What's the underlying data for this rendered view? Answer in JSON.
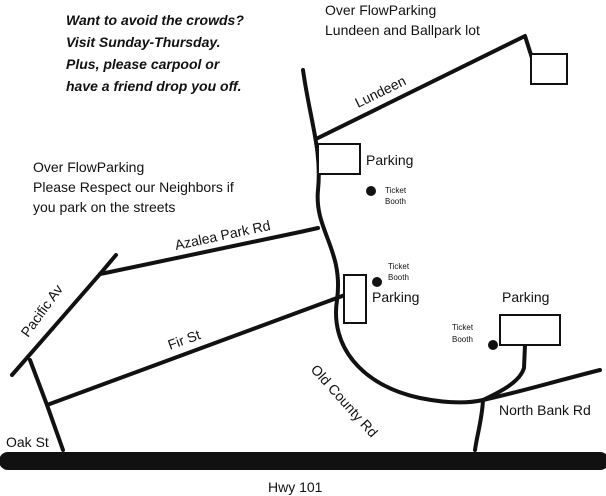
{
  "notice": {
    "lines": [
      "Want to avoid the crowds?",
      "Visit Sunday-Thursday.",
      "Plus, please carpool or",
      "have a friend drop you off."
    ]
  },
  "overflow_top": {
    "lines": [
      "Over FlowParking",
      "Lundeen and Ballpark lot"
    ]
  },
  "overflow_left": {
    "lines": [
      "Over FlowParking",
      "Please Respect our Neighbors if",
      "you park on the streets"
    ]
  },
  "roads": {
    "lundeen": "Lundeen",
    "azalea": "Azalea Park Rd",
    "pacific": "Pacific Av",
    "fir": "Fir St",
    "old_county": "Old County Rd",
    "north_bank": "North Bank Rd",
    "oak": "Oak St",
    "hwy": "Hwy 101"
  },
  "parking": {
    "upper": "Parking",
    "middle": "Parking",
    "right": "Parking"
  },
  "ticket_booths": {
    "upper": [
      "Ticket",
      "Booth"
    ],
    "middle": [
      "Ticket",
      "Booth"
    ],
    "right": [
      "Ticket",
      "Booth"
    ]
  }
}
